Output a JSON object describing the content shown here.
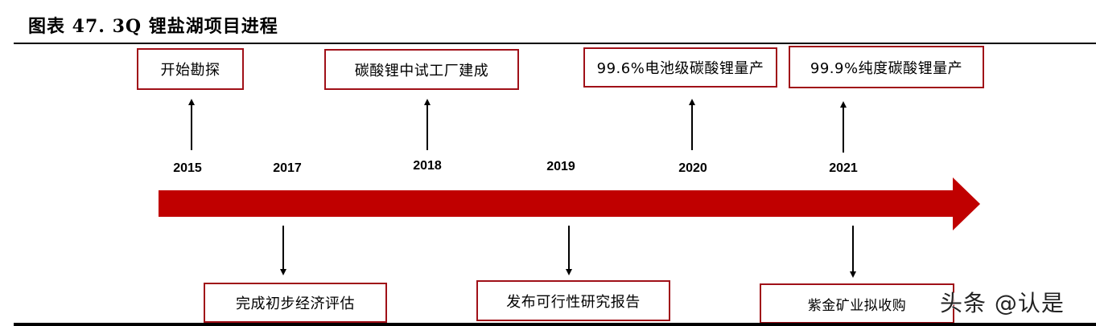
{
  "title": "图表 47. 3Q 锂盐湖项目进程",
  "colors": {
    "timeline": "#C00000",
    "box_border": "#A01018"
  },
  "timeline": {
    "years": [
      "2015",
      "2017",
      "2018",
      "2019",
      "2020",
      "2021"
    ]
  },
  "events_above": [
    {
      "year": "2015",
      "label": "开始勘探"
    },
    {
      "year": "2018",
      "label": "碳酸锂中试工厂建成"
    },
    {
      "year": "2020",
      "label": "99.6%电池级碳酸锂量产"
    },
    {
      "year": "2021",
      "label": "99.9%纯度碳酸锂量产"
    }
  ],
  "events_below": [
    {
      "year": "2017",
      "label": "完成初步经济评估"
    },
    {
      "year": "2019",
      "label": "发布可行性研究报告"
    },
    {
      "year": "2021",
      "label": "紫金矿业拟收购"
    }
  ],
  "watermark": "头条 @认是"
}
